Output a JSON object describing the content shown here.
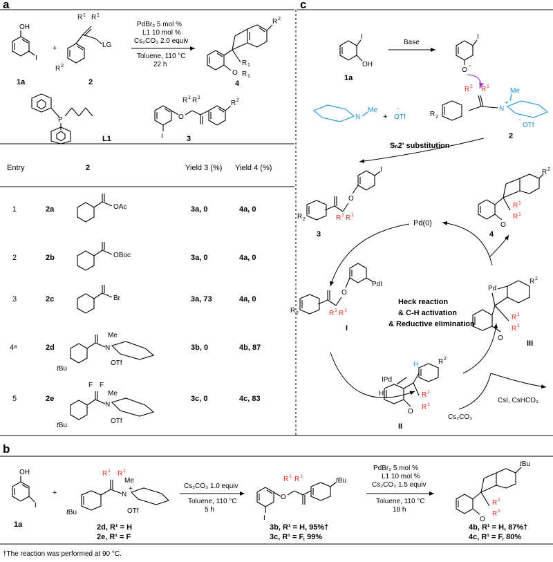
{
  "panels": {
    "a": "a",
    "b": "b",
    "c": "c"
  },
  "colors": {
    "red": "#e4251b",
    "blue": "#1a8fd6",
    "purple": "#9b3fd1"
  },
  "panel_a": {
    "reagent_1a": "1a",
    "reagent_2": "2",
    "product_4": "4",
    "ligand": "L1",
    "byproduct_3": "3",
    "cond1": "PdBr₂ 5 mol %",
    "cond2": "L1 10 mol %",
    "cond3": "Cs₂CO₃  2.0 equiv",
    "cond4": "Toluene, 110 °C",
    "cond5": "22 h",
    "lg": "LG",
    "table": {
      "headers": [
        "Entry",
        "2",
        "Yield 3 (%)",
        "Yield 4 (%)"
      ],
      "rows": [
        {
          "entry": "1",
          "sub": "2a",
          "group": "OAc",
          "y3": "3a, 0",
          "y4": "4a, 0"
        },
        {
          "entry": "2",
          "sub": "2b",
          "group": "OBoc",
          "y3": "3a, 0",
          "y4": "4a, 0"
        },
        {
          "entry": "3",
          "sub": "2c",
          "group": "Br",
          "y3": "3a, 73",
          "y4": "4a, 0"
        },
        {
          "entry": "4ᵃ",
          "sub": "2d",
          "group": "OTf",
          "y3": "3b, 0",
          "y4": "4b, 87"
        },
        {
          "entry": "5",
          "sub": "2e",
          "group": "OTf",
          "y3": "3c, 0",
          "y4": "4c, 83"
        }
      ]
    }
  },
  "panel_b": {
    "c1": "Cs₂CO₃ 1.0 equiv",
    "c2": "Toluene, 110 °C",
    "c3": "5 h",
    "d1": "PdBr₂ 5 mol %",
    "d2": "L1 10 mol %",
    "d3": "Cs₂CO₃ 1.5 equiv",
    "d4": "Toluene, 110 °C",
    "d5": "18 h",
    "lab_1a": "1a",
    "lab_2d": "2d, R¹ = H",
    "lab_2e": "2e, R¹ = F",
    "lab_3b": "3b, R¹ = H, 95%†",
    "lab_3c": "3c, R¹ = F, 99%",
    "lab_4b": "4b, R¹ = H, 87%†",
    "lab_4c": "4c, R¹ = F, 80%",
    "footnote": "†The reaction was performed at 90 °C."
  },
  "panel_c": {
    "base": "Base",
    "lab_1a": "1a",
    "lab_2": "2",
    "sn2": "Sₙ2' substitution",
    "pd0": "Pd(0)",
    "lab_3": "3",
    "lab_4": "4",
    "lab_I": "I",
    "lab_II": "II",
    "lab_III": "III",
    "heck1": "Heck reaction",
    "heck2": "& C-H activation",
    "heck3": "& Reductive elimination",
    "cs2co3": "Cs₂CO₃",
    "csi": "CsI, CsHCO₃",
    "otf": "OTf",
    "me": "Me",
    "pdi": "PdI",
    "ipd": "IPd"
  }
}
